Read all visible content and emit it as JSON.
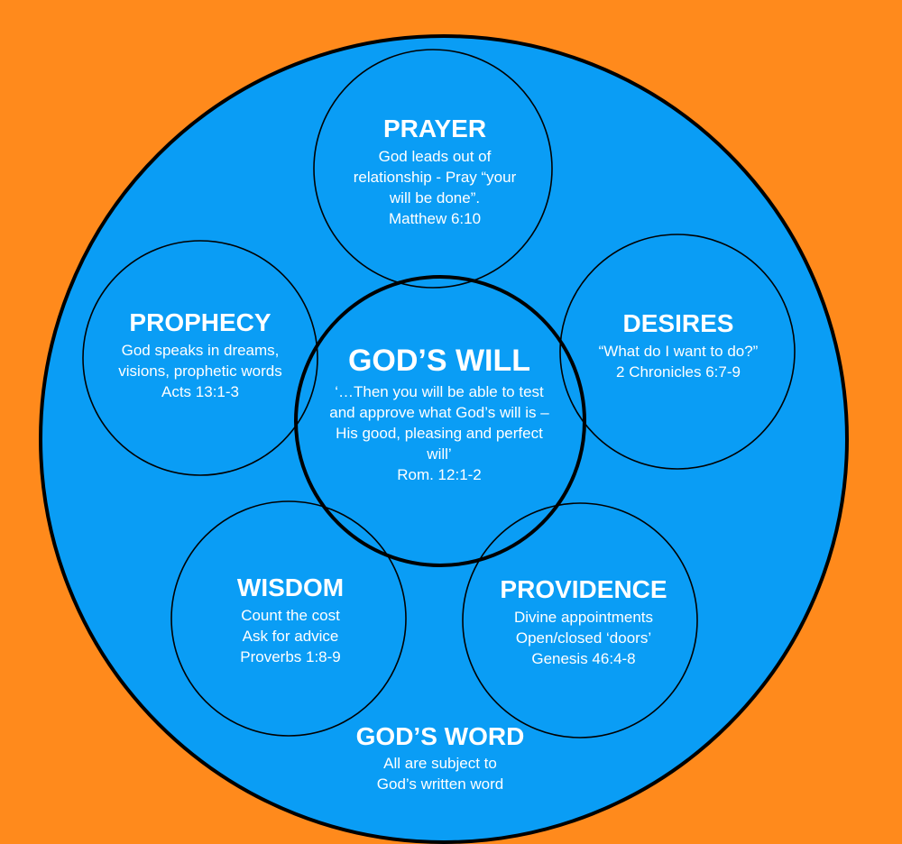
{
  "colors": {
    "background": "#FF8A1C",
    "circle_fill": "#0A9DF5",
    "outline": "#000000",
    "text": "#FFFFFF"
  },
  "nodes": {
    "prayer": {
      "title": "PRAYER",
      "lines": [
        "God leads out of",
        "relationship - Pray “your",
        "will be done”.",
        "Matthew 6:10"
      ]
    },
    "prophecy": {
      "title": "PROPHECY",
      "lines": [
        "God speaks in dreams,",
        "visions, prophetic words",
        "Acts 13:1-3"
      ]
    },
    "desires": {
      "title": "DESIRES",
      "lines": [
        "“What do I want to do?”",
        "2 Chronicles 6:7-9"
      ]
    },
    "gods_will": {
      "title": "GOD’S WILL",
      "lines": [
        "‘…Then you will be able to test",
        "and approve what God’s will is –",
        "His good, pleasing and perfect",
        "will’",
        "Rom. 12:1-2"
      ]
    },
    "wisdom": {
      "title": "WISDOM",
      "lines": [
        "Count the cost",
        "Ask for advice",
        "Proverbs 1:8-9"
      ]
    },
    "providence": {
      "title": "PROVIDENCE",
      "lines": [
        "Divine appointments",
        "Open/closed ‘doors’",
        "Genesis 46:4-8"
      ]
    },
    "gods_word": {
      "title": "GOD’S WORD",
      "lines": [
        "All are subject to",
        "God’s written word"
      ]
    }
  }
}
